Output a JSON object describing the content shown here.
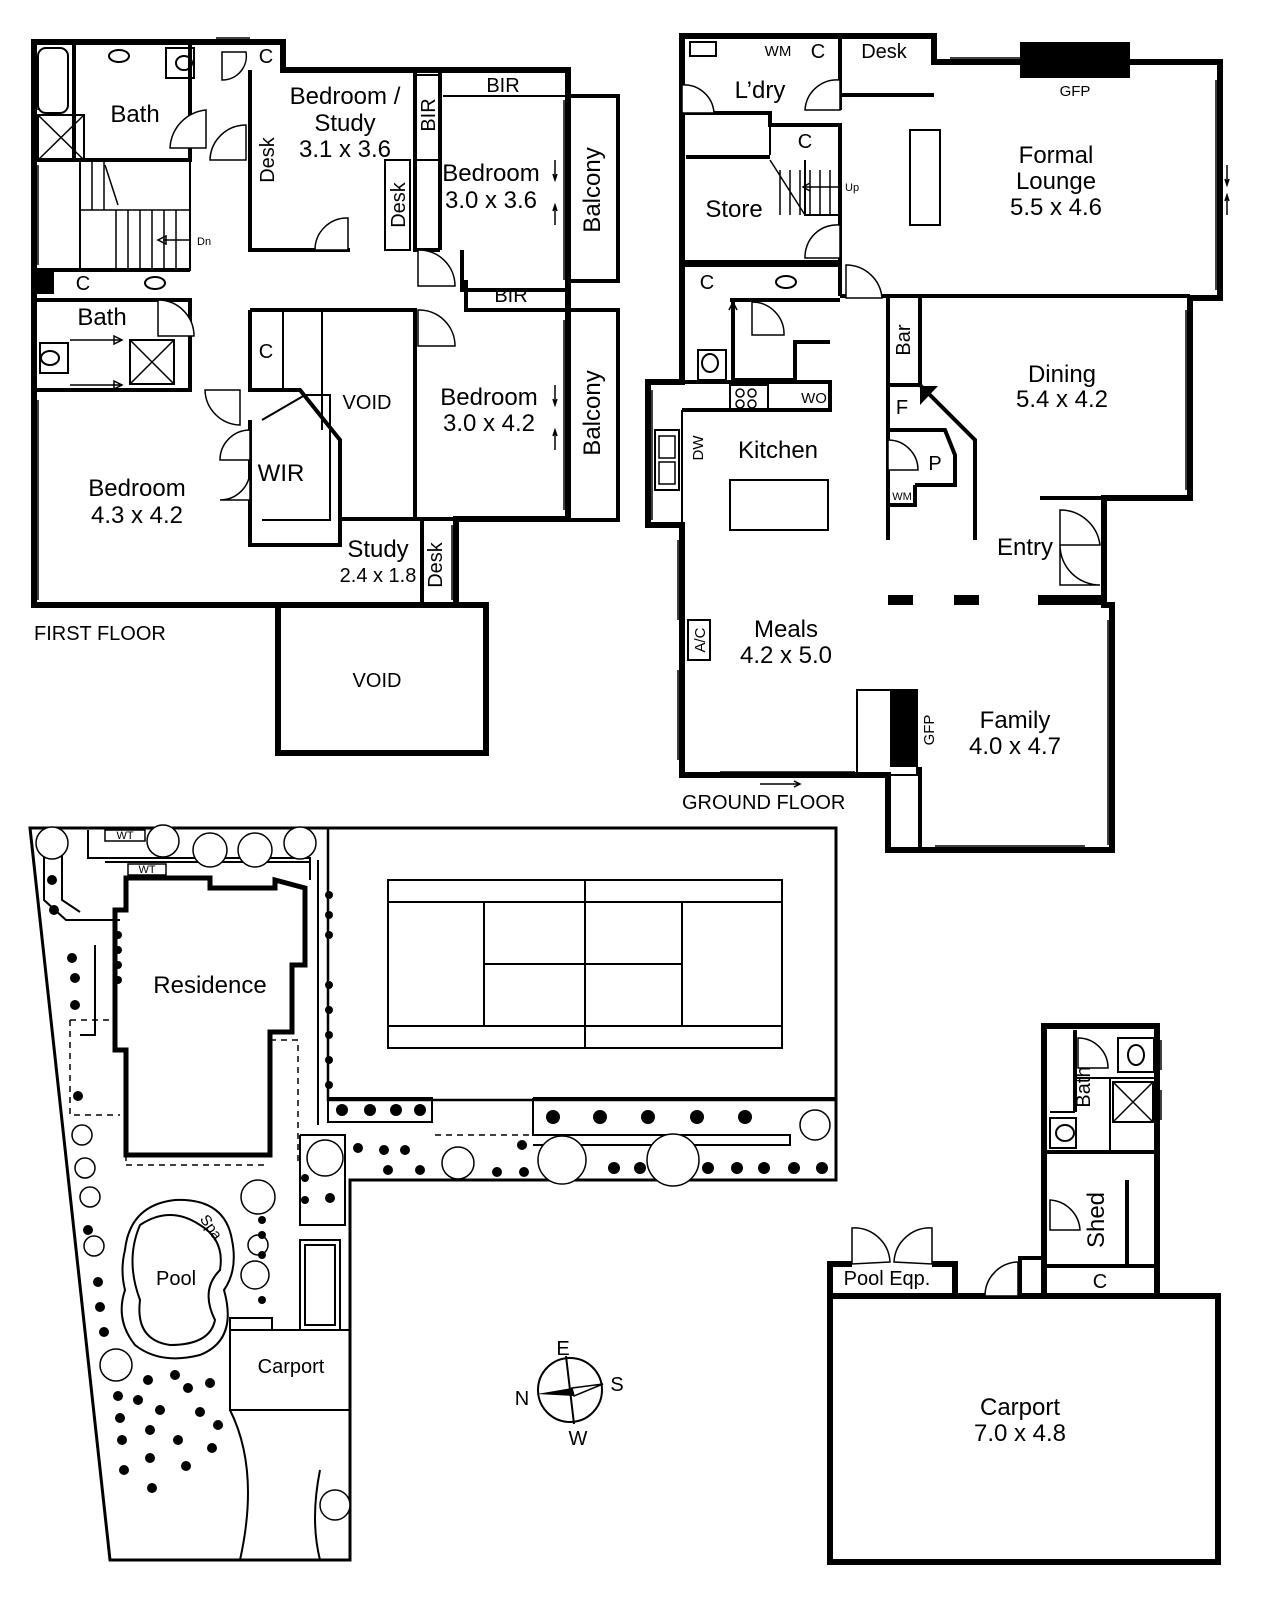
{
  "first_floor": {
    "caption": "FIRST FLOOR",
    "rooms": {
      "bath1": "Bath",
      "bedroom_study_1": "Bedroom /",
      "bedroom_study_2": "Study",
      "bedroom_study_dim": "3.1 x 3.6",
      "bedroom2_name": "Bedroom",
      "bedroom2_dim": "3.0 x 3.6",
      "bath2": "Bath",
      "bedroom3_name": "Bedroom",
      "bedroom3_dim": "3.0 x 4.2",
      "master_name": "Bedroom",
      "master_dim": "4.3 x 4.2",
      "wir": "WIR",
      "void1": "VOID",
      "void2": "VOID",
      "study_name": "Study",
      "study_dim": "2.4 x 1.8",
      "balcony1": "Balcony",
      "balcony2": "Balcony"
    },
    "labels": {
      "c1": "C",
      "c2": "C",
      "c3": "C",
      "desk1": "Desk",
      "desk2": "Desk",
      "desk3": "Desk",
      "bir1": "BIR",
      "bir2": "BIR",
      "bir3": "BIR",
      "dn": "Dn"
    }
  },
  "ground_floor": {
    "caption": "GROUND FLOOR",
    "rooms": {
      "laundry": "L’dry",
      "store": "Store",
      "lounge1": "Formal",
      "lounge2": "Lounge",
      "lounge_dim": "5.5 x 4.6",
      "dining_name": "Dining",
      "dining_dim": "5.4 x 4.2",
      "kitchen": "Kitchen",
      "entry": "Entry",
      "meals_name": "Meals",
      "meals_dim": "4.2 x 5.0",
      "family_name": "Family",
      "family_dim": "4.0 x 4.7"
    },
    "labels": {
      "wm1": "WM",
      "wm2": "WM",
      "c1": "C",
      "c2": "C",
      "c3": "C",
      "desk": "Desk",
      "gfp1": "GFP",
      "gfp2": "GFP",
      "up": "Up",
      "bar": "Bar",
      "f": "F",
      "p": "P",
      "wo": "WO",
      "dw": "DW",
      "ac": "A/C"
    }
  },
  "site_plan": {
    "residence": "Residence",
    "pool": "Pool",
    "spa": "Spa",
    "carport": "Carport",
    "wt1": "WT",
    "wt2": "WT",
    "compass": {
      "n": "N",
      "e": "E",
      "s": "S",
      "w": "W"
    }
  },
  "outbuilding": {
    "bath": "Bath",
    "shed": "Shed",
    "c": "C",
    "pool_eqp": "Pool Eqp.",
    "carport_name": "Carport",
    "carport_dim": "7.0 x 4.8"
  }
}
